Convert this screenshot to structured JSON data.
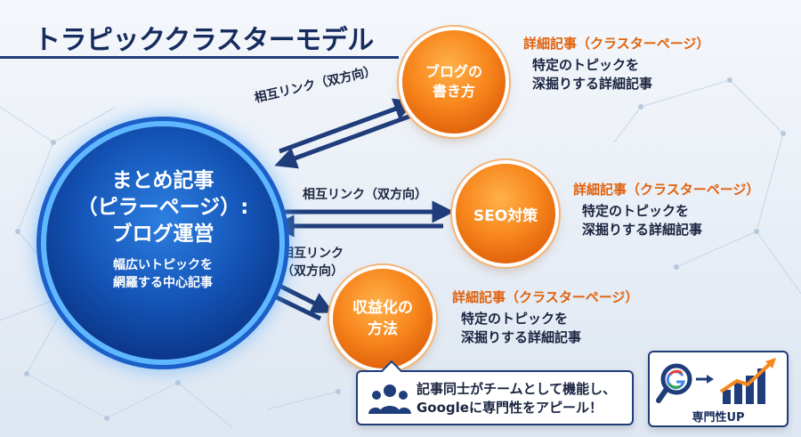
{
  "title": "トラピッククラスターモデル",
  "pillar": {
    "title_lines": [
      "まとめ記事",
      "（ピラーページ）:",
      "ブログ運営"
    ],
    "sub_lines": [
      "幅広いトピックを",
      "網羅する中心記事"
    ]
  },
  "clusters": [
    {
      "label_lines": [
        "ブログの",
        "書き方"
      ],
      "detail_head": "詳細記事（クラスターページ）",
      "detail_lines": [
        "特定のトピックを",
        "深掘りする詳細記事"
      ]
    },
    {
      "label_lines": [
        "SEO対策"
      ],
      "detail_head": "詳細記事（クラスターページ）",
      "detail_lines": [
        "特定のトピックを",
        "深掘りする詳細記事"
      ]
    },
    {
      "label_lines": [
        "収益化の",
        "方法"
      ],
      "detail_head": "詳細記事（クラスターページ）",
      "detail_lines": [
        "特定のトピックを",
        "深掘りする詳細記事"
      ]
    }
  ],
  "links": {
    "top": "相互リンク（双方向）",
    "middle": "相互リンク（双方向）",
    "bottom_lines": [
      "相互リンク",
      "（双方向）"
    ]
  },
  "callout": {
    "icon": "team-icon",
    "lines": [
      "記事同士がチームとして機能し、",
      "Googleに専門性をアピール！"
    ]
  },
  "seo_badge": {
    "icon": "google-search-growth-icon",
    "label": "専門性UP"
  },
  "colors": {
    "navy": "#162c5e",
    "orange": "#f7861c",
    "orange_text": "#e0620d",
    "blue": "#1455b8"
  }
}
